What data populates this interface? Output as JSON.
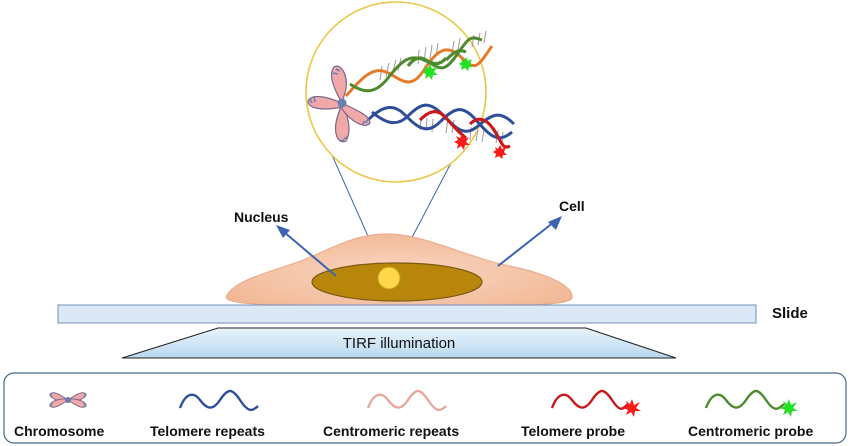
{
  "labels": {
    "nucleus": "Nucleus",
    "cell": "Cell",
    "slide": "Slide",
    "tirf": "TIRF illumination"
  },
  "legend": [
    {
      "key": "chromosome",
      "label": "Chromosome",
      "icon": "chromosome-icon"
    },
    {
      "key": "telomere_repeats",
      "label": "Telomere repeats",
      "icon": "wave-icon",
      "color": "#2E4E9B"
    },
    {
      "key": "centromeric_repeats",
      "label": "Centromeric repeats",
      "icon": "wave-icon",
      "color": "#E8A8A0"
    },
    {
      "key": "telomere_probe",
      "label": "Telomere probe",
      "icon": "wave-with-star-icon",
      "color": "#C8181C",
      "probe_color": "#FF1A1A"
    },
    {
      "key": "centromeric_probe",
      "label": "Centromeric probe",
      "icon": "wave-with-star-icon",
      "color": "#4E8A2E",
      "probe_color": "#22E022"
    }
  ],
  "colors": {
    "cell_fill": "#F6C9AF",
    "nucleus_fill": "#B8860B",
    "nucleolus_fill": "#FFD84A",
    "slide_fill": "#DCE8F5",
    "slide_stroke": "#6F8FB8",
    "tirf_fill": "#C9E2F4",
    "zoom_circle": "#E8C84A",
    "arrow": "#3A63B0",
    "dna_blue": "#2E4E9B",
    "dna_red": "#C8181C",
    "dna_orange": "#E47A2A",
    "dna_green": "#4E8A2E",
    "chromosome_fill": "#F0A8A8",
    "chromosome_center": "#6A7FB0"
  }
}
